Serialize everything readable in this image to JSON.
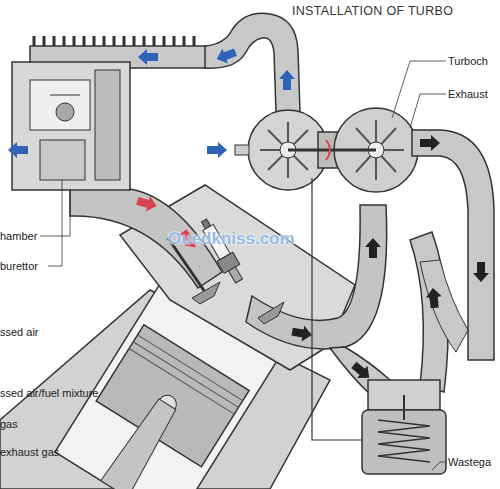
{
  "diagram": {
    "title": "INSTALLATION OF TURBO",
    "labels": [
      "Turboch",
      "Exhaust",
      "Wastega",
      "hamber",
      "burettor",
      "Ouedkniss.com"
    ],
    "legend": [
      {
        "text": "ssed air"
      },
      {
        "text": "ssed air/fuel mixture"
      },
      {
        "text": "gas"
      },
      {
        "text": "exhaust gas"
      }
    ]
  }
}
